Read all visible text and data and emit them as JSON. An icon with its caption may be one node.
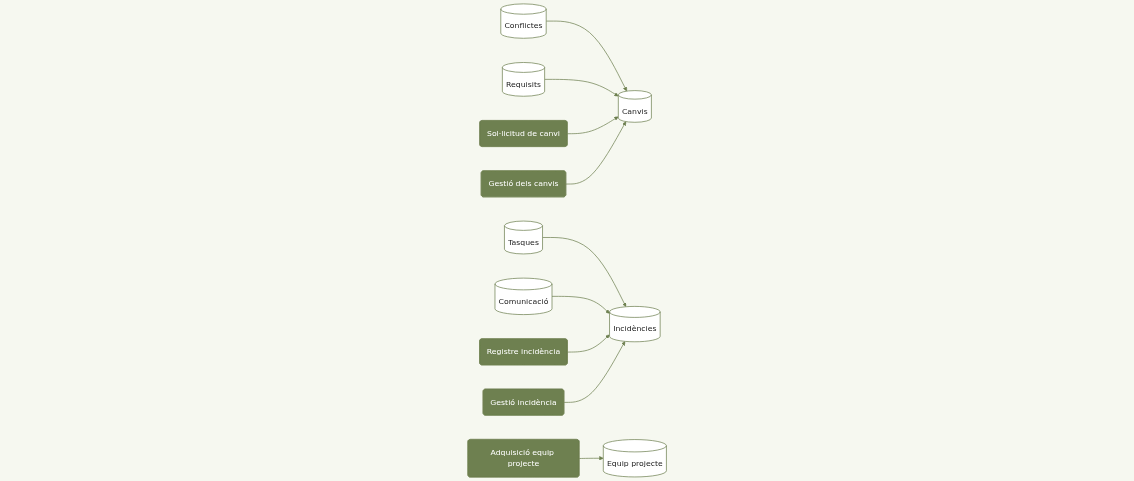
{
  "diagram": {
    "nodes": [
      {
        "text": [
          "Conflictes"
        ]
      },
      {
        "text": [
          "Requisits"
        ]
      },
      {
        "text": [
          "Tasques"
        ]
      },
      {
        "text": [
          "Comunicació"
        ]
      },
      {
        "text": [
          "Sol·licitud de canvi"
        ]
      },
      {
        "text": [
          "Registre incidència"
        ]
      },
      {
        "text": [
          "Canvis"
        ]
      },
      {
        "text": [
          "Incidències"
        ]
      },
      {
        "text": [
          "Gestió dels canvis"
        ]
      },
      {
        "text": [
          "Gestió incidència"
        ]
      },
      {
        "text": [
          "Adquisició equip projecte"
        ]
      },
      {
        "text": [
          "Equip projecte"
        ]
      }
    ],
    "edges": [
      {
        "from": 0,
        "to": 6,
        "arrow": "to"
      },
      {
        "from": 1,
        "to": 6,
        "arrow": "to"
      },
      {
        "from": 4,
        "to": 6,
        "arrow": "to"
      },
      {
        "from": 8,
        "to": 6,
        "arrow": "to"
      },
      {
        "from": 2,
        "to": 7,
        "arrow": "to"
      },
      {
        "from": 3,
        "to": 7,
        "arrow": "to"
      },
      {
        "from": 5,
        "to": 7,
        "arrow": "to"
      },
      {
        "from": 9,
        "to": 7,
        "arrow": "to"
      },
      {
        "from": 10,
        "to": 11,
        "arrow": "to"
      }
    ]
  }
}
